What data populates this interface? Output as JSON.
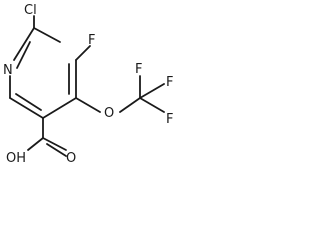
{
  "molecule": {
    "atoms": {
      "cl": "Cl",
      "n": "N",
      "f_ring": "F",
      "o_ether": "O",
      "f_1": "F",
      "f_2": "F",
      "f_3": "F",
      "oh": "OH",
      "o_carbonyl": "O"
    }
  }
}
